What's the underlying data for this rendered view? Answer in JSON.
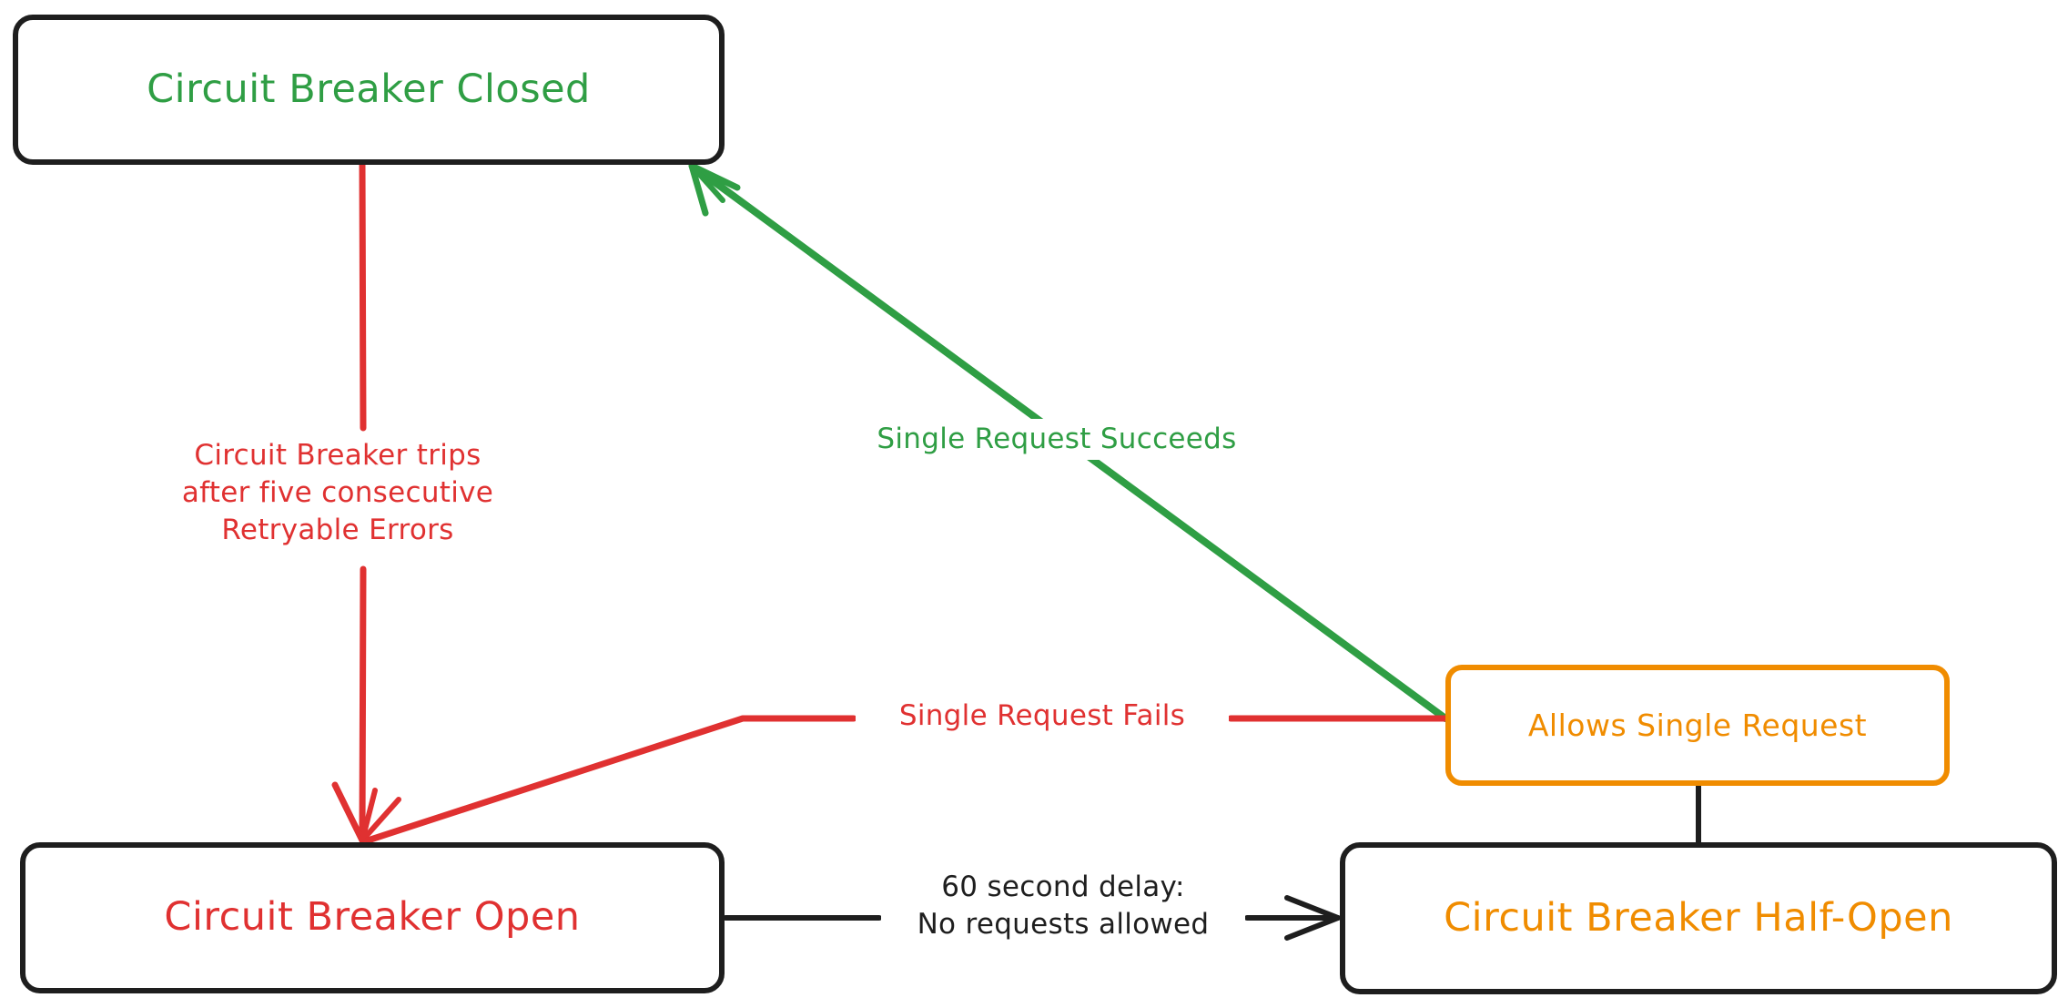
{
  "diagram": {
    "title": "Circuit Breaker State Diagram",
    "type": "state-diagram",
    "background": "#ffffff",
    "colors": {
      "green": "#2f9e44",
      "red": "#e03131",
      "orange": "#f08c00",
      "black": "#1e1e1e"
    },
    "nodes": [
      {
        "id": "closed",
        "label": "Circuit Breaker Closed",
        "text_color": "#2f9e44",
        "border_color": "#1e1e1e"
      },
      {
        "id": "open",
        "label": "Circuit Breaker Open",
        "text_color": "#e03131",
        "border_color": "#1e1e1e"
      },
      {
        "id": "half_open",
        "label": "Circuit Breaker Half-Open",
        "text_color": "#f08c00",
        "border_color": "#1e1e1e"
      },
      {
        "id": "allows_single_request",
        "label": "Allows Single Request",
        "text_color": "#f08c00",
        "border_color": "#f08c00"
      }
    ],
    "edges": [
      {
        "id": "closed-to-open",
        "from": "closed",
        "to": "open",
        "label": "Circuit Breaker trips\nafter five consecutive\nRetryable Errors",
        "color": "#e03131"
      },
      {
        "id": "allows-to-closed",
        "from": "allows_single_request",
        "to": "closed",
        "label": "Single Request Succeeds",
        "color": "#2f9e44"
      },
      {
        "id": "allows-to-open",
        "from": "allows_single_request",
        "to": "open",
        "label": "Single Request Fails",
        "color": "#e03131"
      },
      {
        "id": "open-to-halfopen",
        "from": "open",
        "to": "half_open",
        "label": "60 second delay:\nNo requests allowed",
        "color": "#1e1e1e"
      },
      {
        "id": "halfopen-to-allows",
        "from": "half_open",
        "to": "allows_single_request",
        "label": "",
        "color": "#1e1e1e"
      }
    ]
  }
}
